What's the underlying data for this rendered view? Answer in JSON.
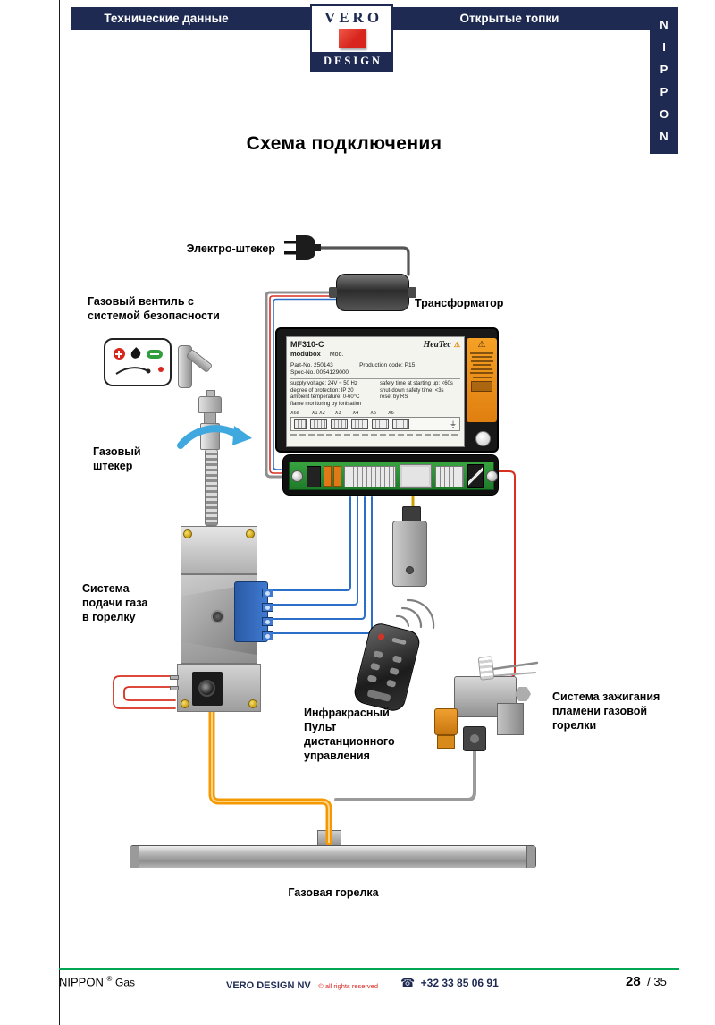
{
  "colors": {
    "navy": "#1e2a52",
    "brand-red": "#d8251d",
    "footer-green": "#00a651",
    "pcb-green": "#2f9e3c",
    "sticker-orange": "#e07f10",
    "wire-red": "#d83020",
    "wire-blue": "#2b6fc8",
    "wire-orange": "#f49a00",
    "wire-gray": "#8f8f8f",
    "wire-yellow": "#cfa000"
  },
  "header": {
    "left_tab": "Технические данные",
    "right_tab": "Открытые топки",
    "logo_top": "VERO",
    "logo_bottom": "DESIGN",
    "side_letters": [
      "N",
      "I",
      "P",
      "P",
      "O",
      "N"
    ]
  },
  "title": "Схема подключения",
  "labels": {
    "electric_plug": "Электро-штекер",
    "transformer": "Трансформатор",
    "gas_valve": [
      "Газовый вентиль с",
      "системой безопасности"
    ],
    "gas_plug": [
      "Газовый",
      "штекер"
    ],
    "gas_supply": [
      "Система",
      "подачи газа",
      "в горелку"
    ],
    "remote": [
      "Инфракрасный",
      "Пульт",
      "дистанционного",
      "управления"
    ],
    "ignition": [
      "Система зажигания",
      "пламени газовой",
      "горелки"
    ],
    "burner": "Газовая горелка"
  },
  "control_box": {
    "model": "MF310-C",
    "series": "modubox",
    "mod": "Mod.",
    "brand": "HeaTec",
    "warning_icon": "⚠",
    "ground_icon": "⏚",
    "part_no": "Part-No. 250143",
    "spec_no": "Spec-No. 0054129000",
    "production_code": "Production code: P15",
    "specs_left": [
      "supply voltage: 24V ~ 50 Hz",
      "degree of protection: IP 20",
      "ambient temperature: 0-60°C",
      "flame monitoring by ionisation"
    ],
    "specs_right": [
      "safety time at starting up: <60s",
      "shut-down safety time: <3s",
      "reset by RS"
    ],
    "terminals": [
      "X6a",
      "X1 X2",
      "X3",
      "X4",
      "X5",
      "X6"
    ]
  },
  "footer": {
    "brand": "NIPPON",
    "registered": "®",
    "brand_suffix": "Gas",
    "company": "VERO DESIGN NV",
    "rights": "© all rights reserved",
    "phone_icon": "☎",
    "phone": "+32 33 85 06 91",
    "page_number": "28",
    "page_total": "/ 35"
  }
}
